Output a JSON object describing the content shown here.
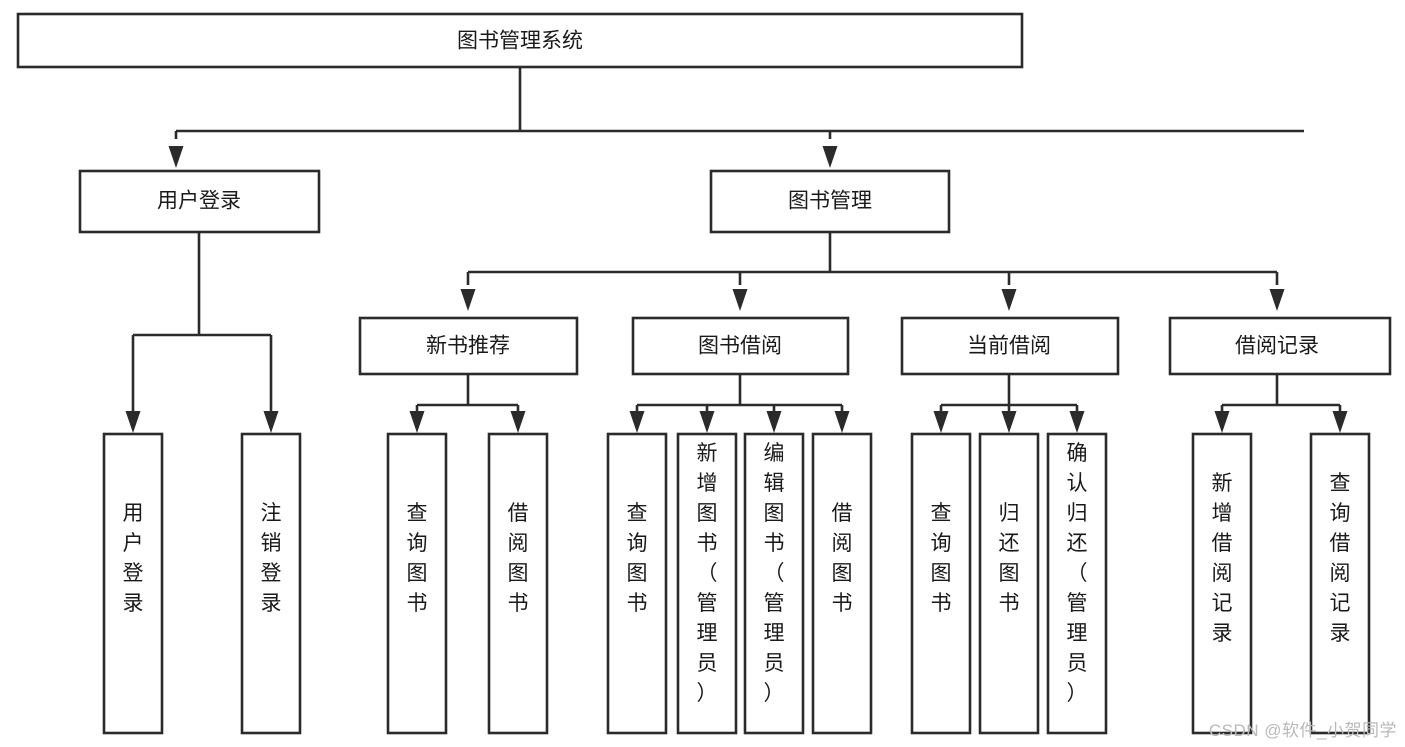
{
  "diagram": {
    "title": "图书管理系统",
    "type": "hierarchy-tree",
    "watermark": "CSDN @软件_小贺同学",
    "colors": {
      "stroke": "#2b2b2b",
      "fill": "#ffffff",
      "text": "#1a1a1a",
      "watermark": "#b9b9b9"
    },
    "root": {
      "label": "图书管理系统"
    },
    "level2": [
      {
        "label": "用户登录"
      },
      {
        "label": "图书管理"
      }
    ],
    "level3": [
      {
        "label": "新书推荐"
      },
      {
        "label": "图书借阅"
      },
      {
        "label": "当前借阅"
      },
      {
        "label": "借阅记录"
      }
    ],
    "leaves_user_login": [
      {
        "label": "用户登录"
      },
      {
        "label": "注销登录"
      }
    ],
    "leaves_new_book": [
      {
        "label": "查询图书"
      },
      {
        "label": "借阅图书"
      }
    ],
    "leaves_borrow": [
      {
        "label": "查询图书"
      },
      {
        "label": "新增图书（管理员）"
      },
      {
        "label": "编辑图书（管理员）"
      },
      {
        "label": "借阅图书"
      }
    ],
    "leaves_current": [
      {
        "label": "查询图书"
      },
      {
        "label": "归还图书"
      },
      {
        "label": "确认归还（管理员）"
      }
    ],
    "leaves_records": [
      {
        "label": "新增借阅记录"
      },
      {
        "label": "查询借阅记录"
      }
    ]
  }
}
